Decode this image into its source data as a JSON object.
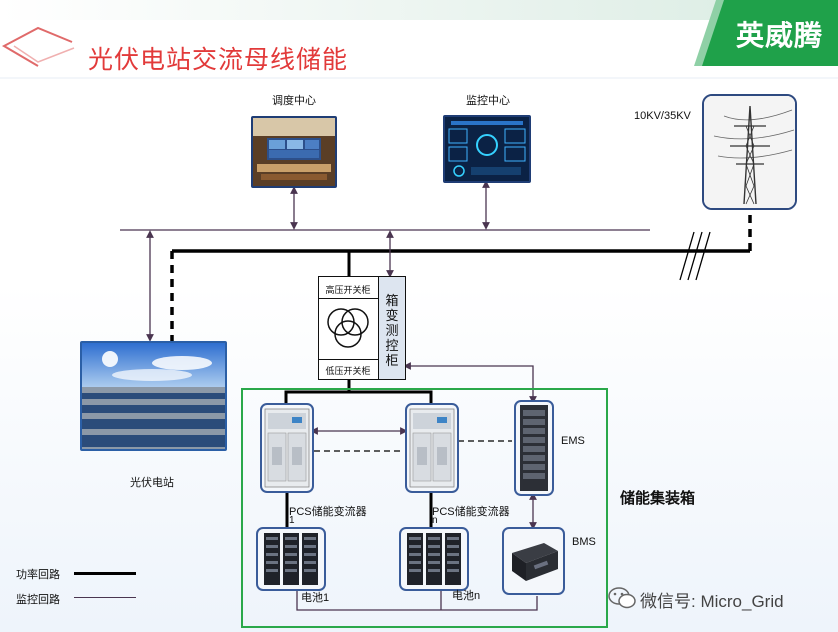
{
  "header": {
    "title": "光伏电站交流母线储能",
    "brand": "英威腾"
  },
  "nodes": {
    "dispatch": "调度中心",
    "monitor": "监控中心",
    "grid": "10KV/35KV",
    "pv": "光伏电站",
    "hv_switch": "高压开关柜",
    "lv_switch": "低压开关柜",
    "box_control": "箱变测控柜",
    "ems": "EMS",
    "bms": "BMS",
    "pcs1": "PCS储能变流器",
    "pcs1_index": "1",
    "pcsn": "PCS储能变流器",
    "pcsn_index": "n",
    "battery1": "电池1",
    "batteryn": "电池n",
    "container": "储能集装箱"
  },
  "legend": {
    "power": "功率回路",
    "monitor": "监控回路"
  },
  "watermark": "微信号: Micro_Grid",
  "colors": {
    "title": "#e23a3a",
    "brand_bg": "#1fa14a",
    "monitor_line": "#4a3550",
    "container_border": "#2aa84a",
    "frame": "#1f3d75"
  }
}
